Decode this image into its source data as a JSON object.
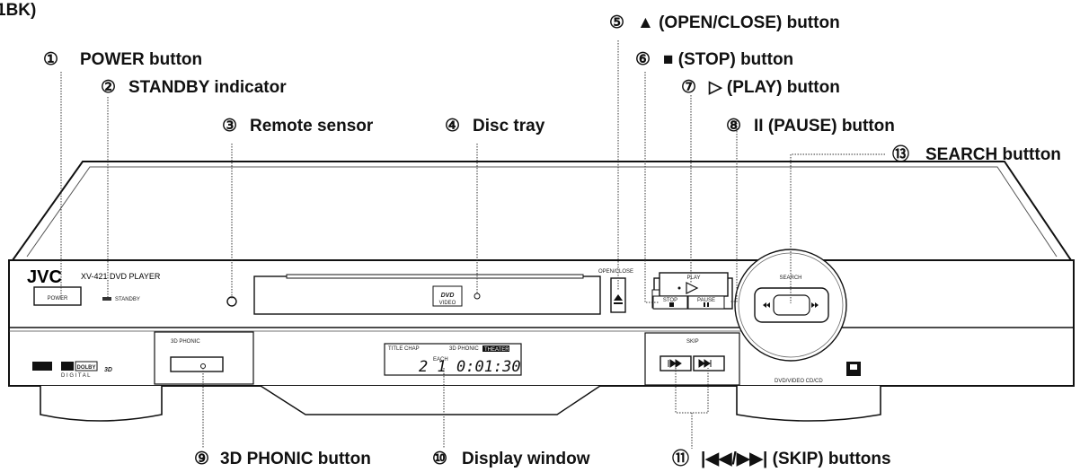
{
  "corner_text": "1BK)",
  "callouts": {
    "c1": {
      "num": "①",
      "label": "POWER button"
    },
    "c2": {
      "num": "②",
      "label": "STANDBY indicator"
    },
    "c3": {
      "num": "③",
      "label": "Remote sensor"
    },
    "c4": {
      "num": "④",
      "label": "Disc tray"
    },
    "c5": {
      "num": "⑤",
      "label": "▲ (OPEN/CLOSE) button"
    },
    "c6": {
      "num": "⑥",
      "label": "■ (STOP) button"
    },
    "c7": {
      "num": "⑦",
      "label": "▷ (PLAY) button"
    },
    "c8": {
      "num": "⑧",
      "label": "II (PAUSE) button"
    },
    "c9": {
      "num": "⑨",
      "label": "3D PHONIC button"
    },
    "c10": {
      "num": "⑩",
      "label": "Display window"
    },
    "c11": {
      "num": "⑪",
      "label": "|◀◀/▶▶| (SKIP) buttons"
    },
    "c13": {
      "num": "⑬",
      "label": "SEARCH buttton"
    }
  },
  "device": {
    "brand": "JVC",
    "model": "XV-421 DVD PLAYER",
    "power_label": "POWER",
    "standby_label": "STANDBY",
    "open_close_label": "OPEN/CLOSE",
    "play_label": "PLAY",
    "stop_label": "STOP",
    "pause_label": "PAUSE",
    "search_label": "SEARCH",
    "phonic_label": "3D PHONIC",
    "skip_label": "SKIP",
    "dvd_logo": "DVD",
    "dvd_sub": "VIDEO",
    "dolby_label": "DOLBY",
    "digital_label": "D I G I T A L",
    "threed_label": "3D",
    "compat_label": "DVD/VIDEO CD/CD",
    "display": {
      "tag1": "TITLE CHAP",
      "tag2": "3D PHONIC",
      "tag3": "THEATER",
      "digits": "2  1",
      "time": "0:01:30",
      "each_label": "EACH"
    }
  }
}
